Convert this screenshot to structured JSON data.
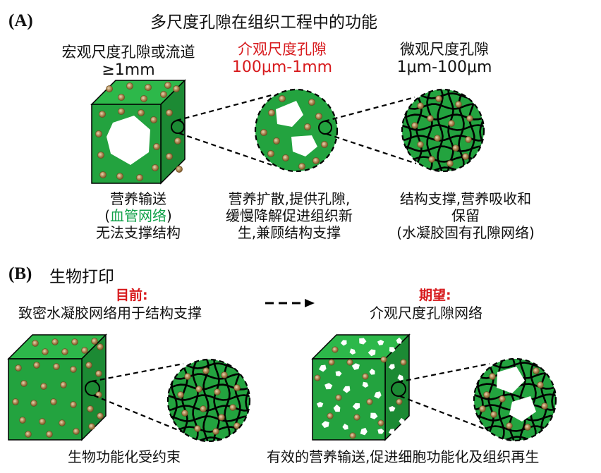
{
  "panelA": {
    "label": "(A)",
    "title": "多尺度孔隙在组织工程中的功能",
    "scales": [
      {
        "name": "宏观尺度孔隙或流道",
        "range": "≥1mm"
      },
      {
        "name": "介观尺度孔隙",
        "range": "100μm-1mm"
      },
      {
        "name": "微观尺度孔隙",
        "range": "1μm-100μm"
      }
    ],
    "functions": [
      {
        "line1": "营养输送",
        "line2_open": "(",
        "line2_highlight": "血管网络",
        "line2_close": ")",
        "line3": "无法支撑结构"
      },
      {
        "line1": "营养扩散,提供孔隙,",
        "line2": "缓慢降解促进组织新",
        "line3": "生,兼顾结构支撑"
      },
      {
        "line1": "结构支撑,营养吸收和",
        "line2": "保留",
        "line3": "(水凝胶固有孔隙网络)"
      }
    ]
  },
  "panelB": {
    "label": "(B)",
    "title": "生物打印",
    "current_label": "目前:",
    "current_text": "致密水凝胶网络用于结构支撑",
    "future_label": "期望:",
    "future_text": "介观尺度孔隙网络",
    "left_caption": "生物功能化受约束",
    "right_caption": "有效的营养输送,促进细胞功能化及组织再生"
  },
  "colors": {
    "green_front": "#23a33f",
    "green_top": "#2db84a",
    "green_side": "#1c8a34",
    "cell": "#a07a45",
    "red": "#d7191c",
    "highlight_green": "#12a14a"
  }
}
